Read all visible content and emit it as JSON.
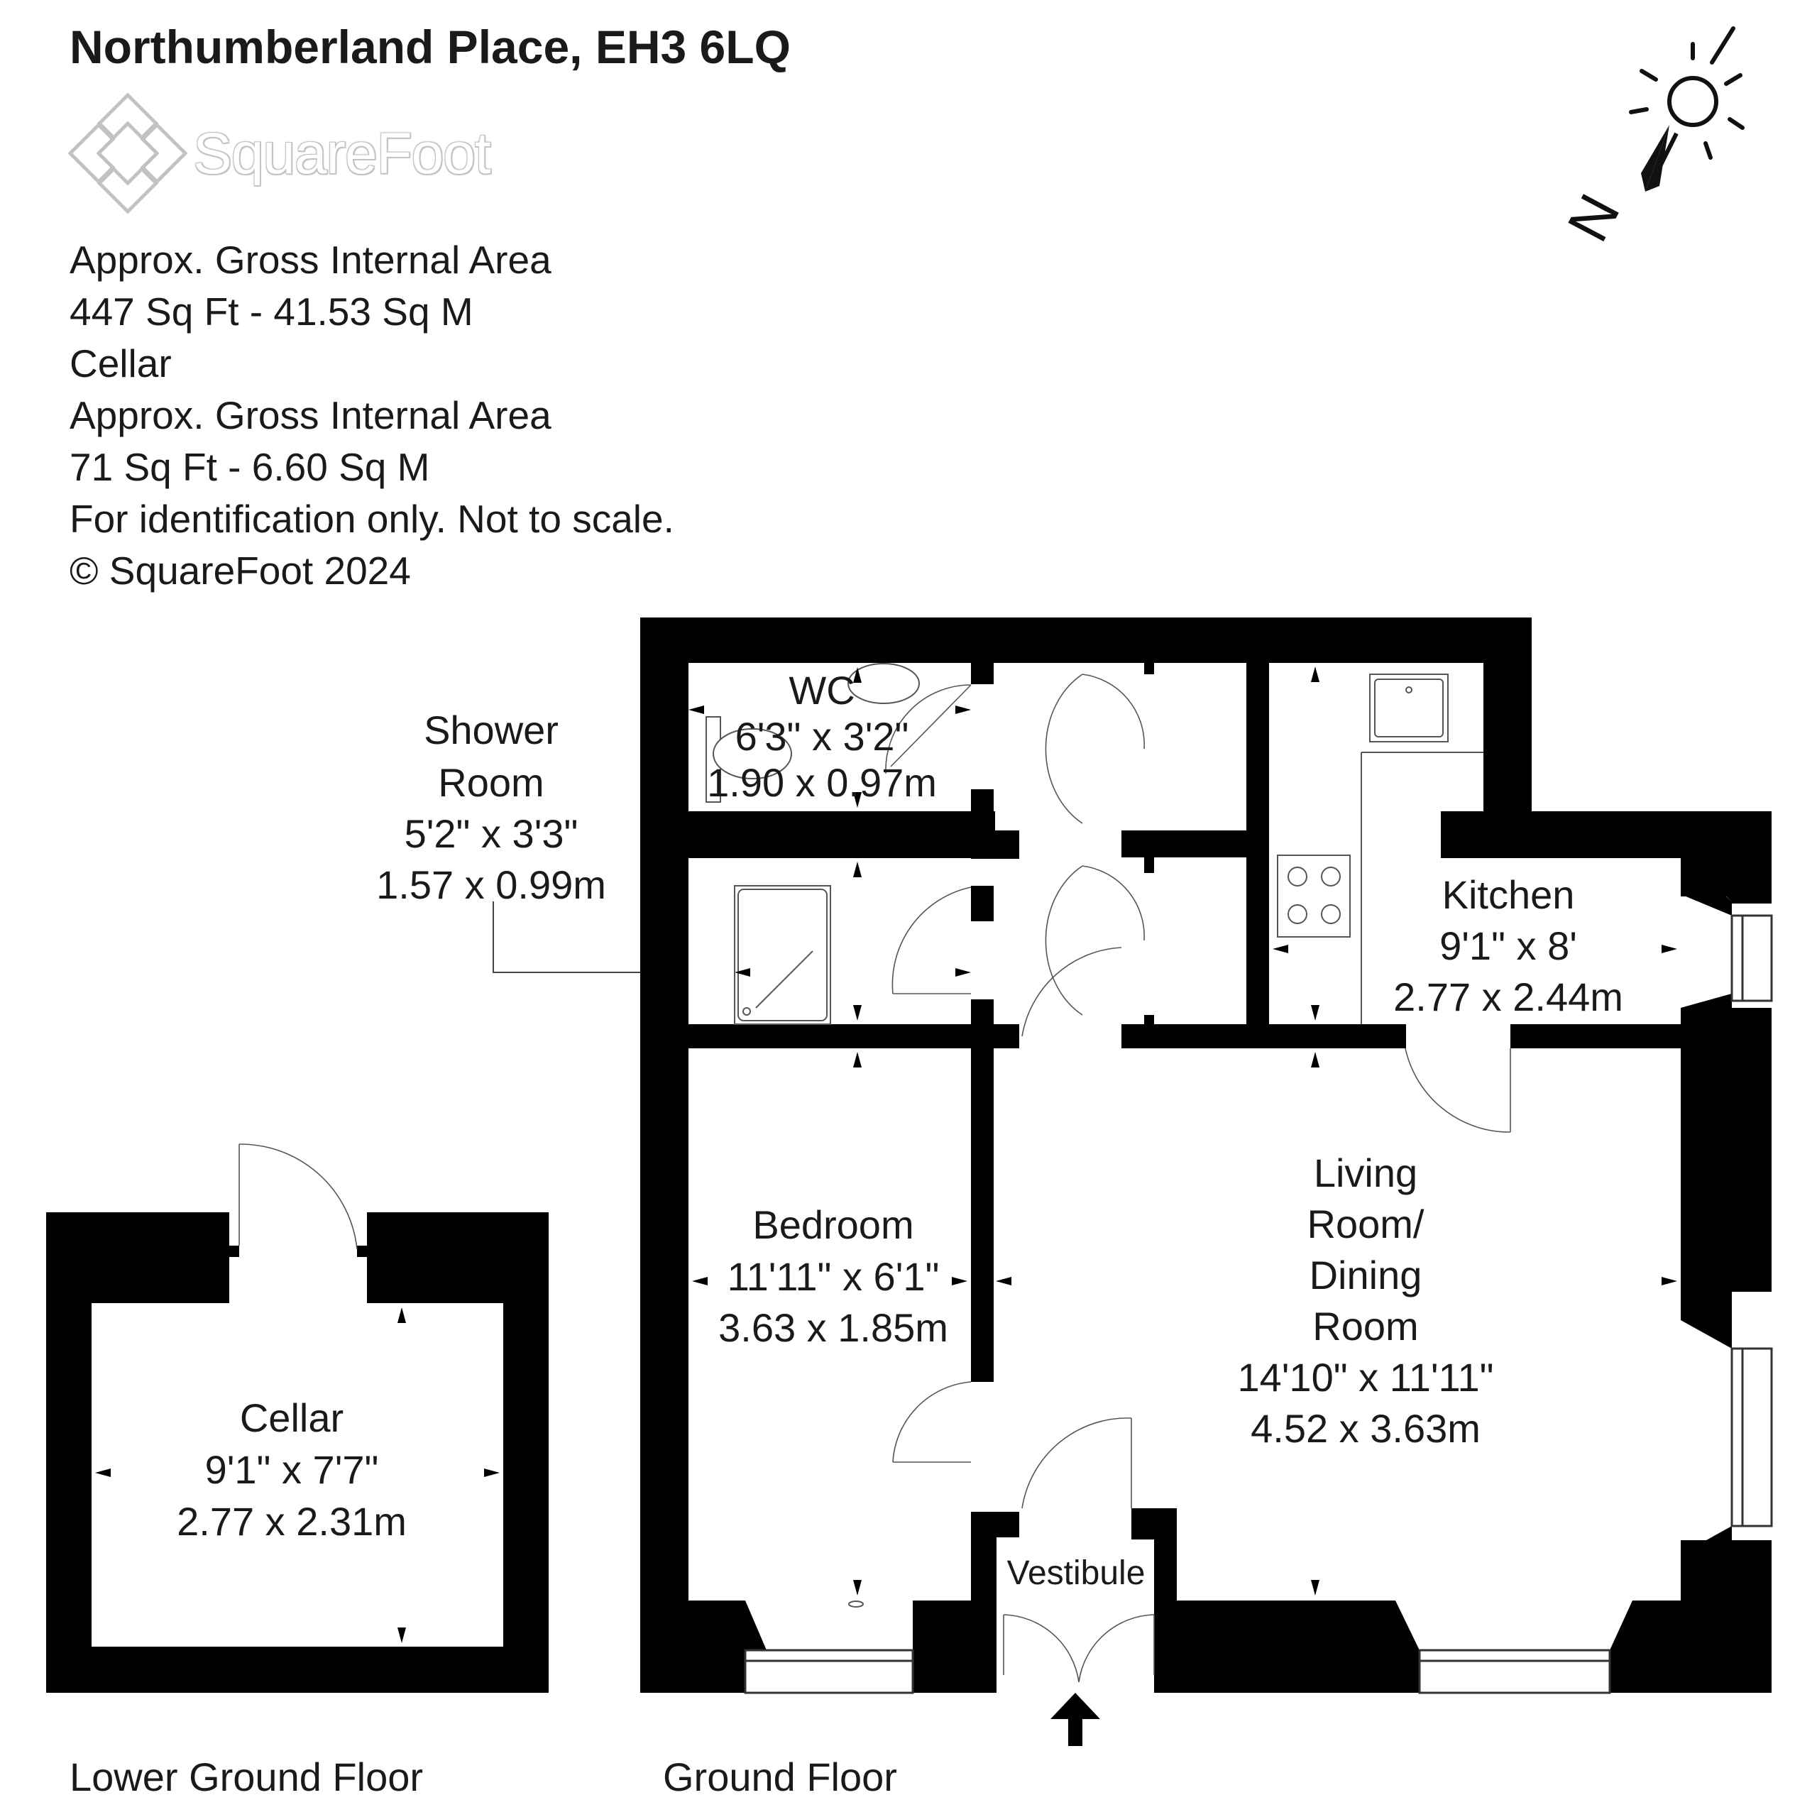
{
  "header": {
    "title": "Northumberland Place, EH3 6LQ",
    "brand": "SquareFoot"
  },
  "info_lines": [
    "Approx. Gross Internal Area",
    "447 Sq Ft  -  41.53 Sq M",
    "Cellar",
    "Approx. Gross Internal Area",
    "71 Sq Ft  -  6.60 Sq M",
    "For identification only. Not to scale.",
    "© SquareFoot 2024"
  ],
  "compass": {
    "label": "N",
    "icon": "sun-compass-icon"
  },
  "rooms": {
    "wc": {
      "name": "WC",
      "imperial": "6'3\" x 3'2\"",
      "metric": "1.90 x 0.97m"
    },
    "shower": {
      "name_1": "Shower",
      "name_2": "Room",
      "imperial": "5'2\" x 3'3\"",
      "metric": "1.57 x 0.99m"
    },
    "kitchen": {
      "name": "Kitchen",
      "imperial": "9'1\" x 8'",
      "metric": "2.77 x 2.44m"
    },
    "bedroom": {
      "name": "Bedroom",
      "imperial": "11'11\" x 6'1\"",
      "metric": "3.63 x 1.85m"
    },
    "living": {
      "name_1": "Living",
      "name_2": "Room/",
      "name_3": "Dining",
      "name_4": "Room",
      "imperial": "14'10\" x 11'11\"",
      "metric": "4.52 x 3.63m"
    },
    "vestibule": {
      "name": "Vestibule"
    },
    "cellar": {
      "name": "Cellar",
      "imperial": "9'1\" x 7'7\"",
      "metric": "2.77 x 2.31m"
    }
  },
  "floors": {
    "lower": "Lower Ground Floor",
    "ground": "Ground Floor"
  },
  "colors": {
    "wall": "#000000",
    "text": "#1a1a1a",
    "logo_grey": "#c8c8c8"
  }
}
